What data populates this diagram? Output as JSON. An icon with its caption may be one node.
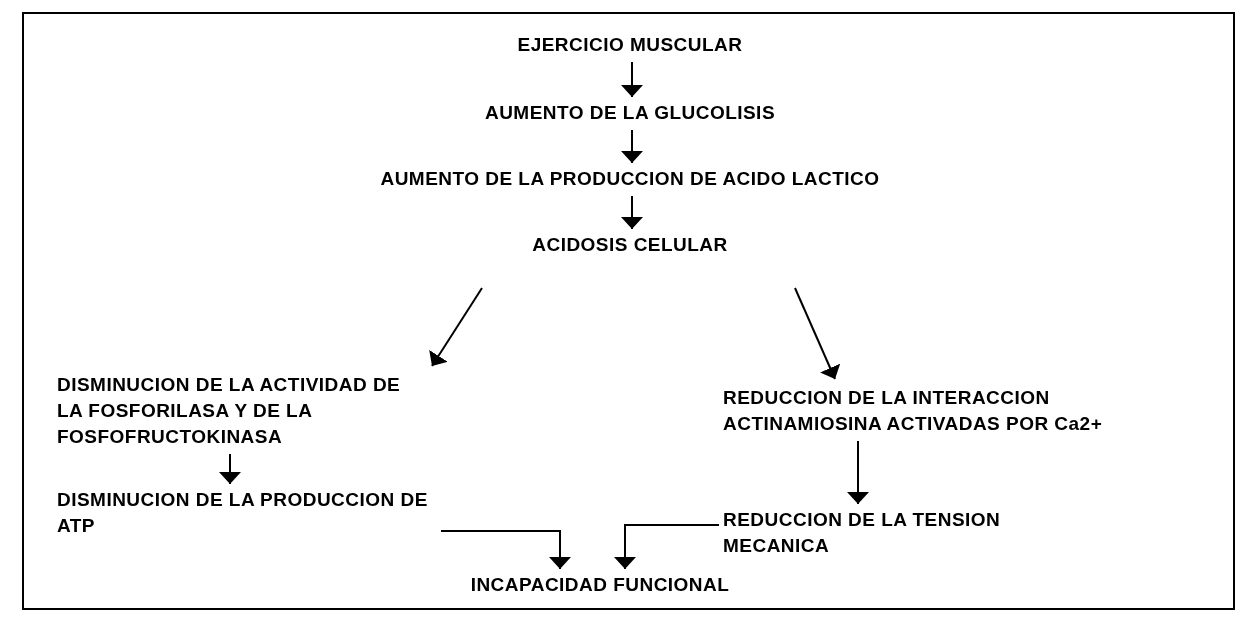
{
  "diagram": {
    "nodes": [
      {
        "text": [
          "EJERCICIO MUSCULAR"
        ]
      },
      {
        "text": [
          "AUMENTO DE LA GLUCOLISIS"
        ]
      },
      {
        "text": [
          "AUMENTO DE LA PRODUCCION DE ACIDO LACTICO"
        ]
      },
      {
        "text": [
          "ACIDOSIS CELULAR"
        ]
      },
      {
        "text": [
          "DISMINUCION DE LA ACTIVIDAD DE LA FOSFORILASA Y DE LA FOSFOFRUCTOKINASA"
        ]
      },
      {
        "text": [
          "REDUCCION DE LA INTERACCION ACTINAMIOSINA ACTIVADAS POR Ca2+"
        ]
      },
      {
        "text": [
          "DISMINUCION DE LA PRODUCCION DE ATP"
        ]
      },
      {
        "text": [
          "REDUCCION DE LA TENSION MECANICA"
        ]
      },
      {
        "text": [
          "INCAPACIDAD FUNCIONAL"
        ]
      }
    ],
    "edges": [
      {
        "from": 0,
        "to": 1,
        "arrow": "to"
      },
      {
        "from": 1,
        "to": 2,
        "arrow": "to"
      },
      {
        "from": 2,
        "to": 3,
        "arrow": "to"
      },
      {
        "from": 3,
        "to": 4,
        "arrow": "to"
      },
      {
        "from": 3,
        "to": 5,
        "arrow": "to"
      },
      {
        "from": 4,
        "to": 6,
        "arrow": "to"
      },
      {
        "from": 5,
        "to": 7,
        "arrow": "to"
      },
      {
        "from": 6,
        "to": 8,
        "arrow": "to"
      },
      {
        "from": 7,
        "to": 8,
        "arrow": "to"
      }
    ]
  }
}
